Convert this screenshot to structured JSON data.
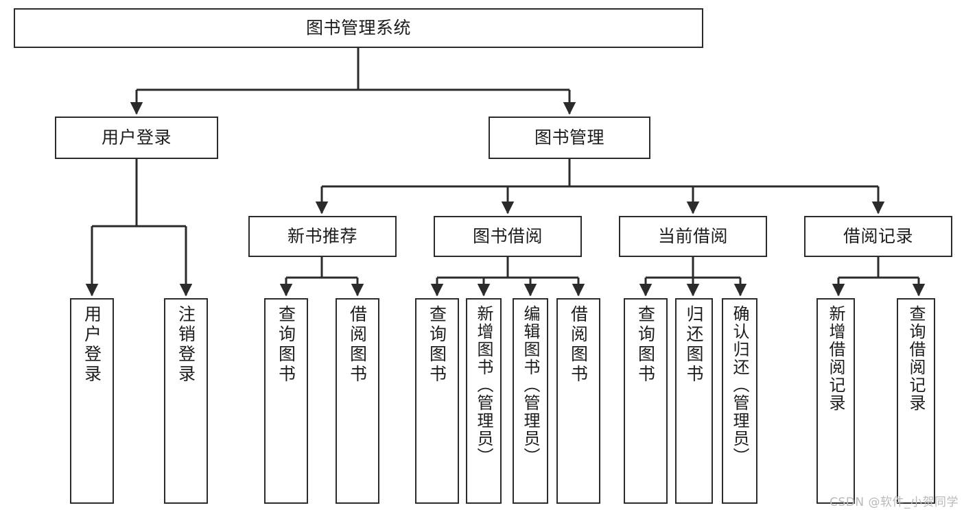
{
  "diagram": {
    "type": "tree",
    "title": "图书管理系统",
    "root": {
      "label": "图书管理系统"
    },
    "level2": [
      {
        "label": "用户登录"
      },
      {
        "label": "图书管理"
      }
    ],
    "level3": [
      {
        "label": "新书推荐"
      },
      {
        "label": "图书借阅"
      },
      {
        "label": "当前借阅"
      },
      {
        "label": "借阅记录"
      }
    ],
    "leaves": {
      "user_login": [
        {
          "label": "用户登录"
        },
        {
          "label": "注销登录"
        }
      ],
      "new_book_recommend": [
        {
          "label": "查询图书"
        },
        {
          "label": "借阅图书"
        }
      ],
      "book_borrow": [
        {
          "label": "查询图书"
        },
        {
          "label": "新增图书（管理员）"
        },
        {
          "label": "编辑图书（管理员）"
        },
        {
          "label": "借阅图书"
        }
      ],
      "current_borrow": [
        {
          "label": "查询图书"
        },
        {
          "label": "归还图书"
        },
        {
          "label": "确认归还（管理员）"
        }
      ],
      "borrow_record": [
        {
          "label": "新增借阅记录"
        },
        {
          "label": "查询借阅记录"
        }
      ]
    }
  },
  "watermark": {
    "text": "CSDN @软件_小贺同学"
  },
  "colors": {
    "border": "#2b2b2b",
    "background": "#ffffff",
    "text": "#1c1c1c",
    "watermark": "#b9b9b9"
  }
}
